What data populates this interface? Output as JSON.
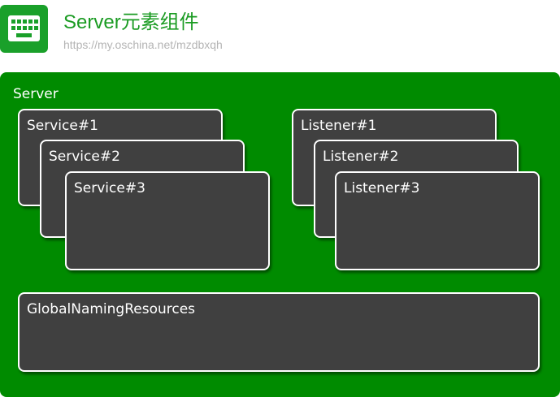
{
  "header": {
    "title": "Server元素组件",
    "subtitle": "https://my.oschina.net/mzdbxqh",
    "logo_icon": "keyboard-icon"
  },
  "diagram": {
    "container_label": "Server",
    "services": [
      "Service#1",
      "Service#2",
      "Service#3"
    ],
    "listeners": [
      "Listener#1",
      "Listener#2",
      "Listener#3"
    ],
    "resources_label": "GlobalNamingResources"
  },
  "colors": {
    "brand_green": "#1a9b22",
    "server_bg": "#008b00",
    "box_bg": "#404040",
    "box_border": "#ffffff",
    "subtitle_gray": "#b4b4b4"
  }
}
